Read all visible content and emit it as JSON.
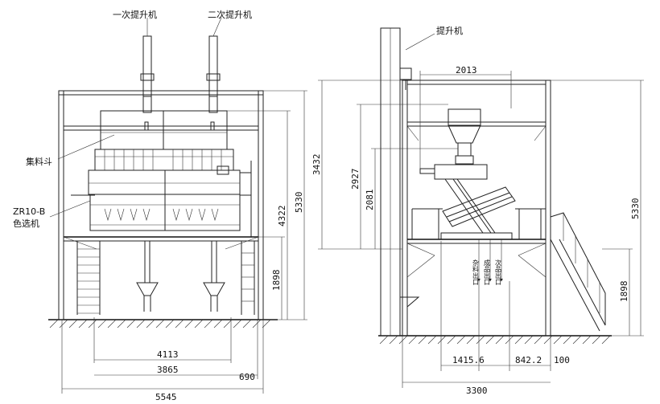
{
  "front_view": {
    "labels": {
      "primary_elevator": "一次提升机",
      "secondary_elevator": "二次提升机",
      "collecting_hopper": "集料斗",
      "sorter_model": "ZR10-B",
      "sorter_name": "色选机"
    },
    "dimensions": {
      "span_inner": "4113",
      "span_platform": "3865",
      "side_offset": "690",
      "overall_width": "5545",
      "total_height": "5330",
      "upper_height": "4322",
      "platform_height": "1898"
    }
  },
  "side_view": {
    "labels": {
      "elevator": "提升机",
      "outlet_reject": "杂料出口",
      "outlet_product": "成品出口",
      "outlet_secondary": "次品出口"
    },
    "dimensions": {
      "top_width": "2013",
      "height_a": "3432",
      "height_b": "2927",
      "height_c": "2081",
      "bottom_a": "1415.6",
      "bottom_b": "842.2",
      "bottom_c": "100",
      "overall_width": "3300",
      "total_height": "5330",
      "platform_height": "1898"
    }
  }
}
